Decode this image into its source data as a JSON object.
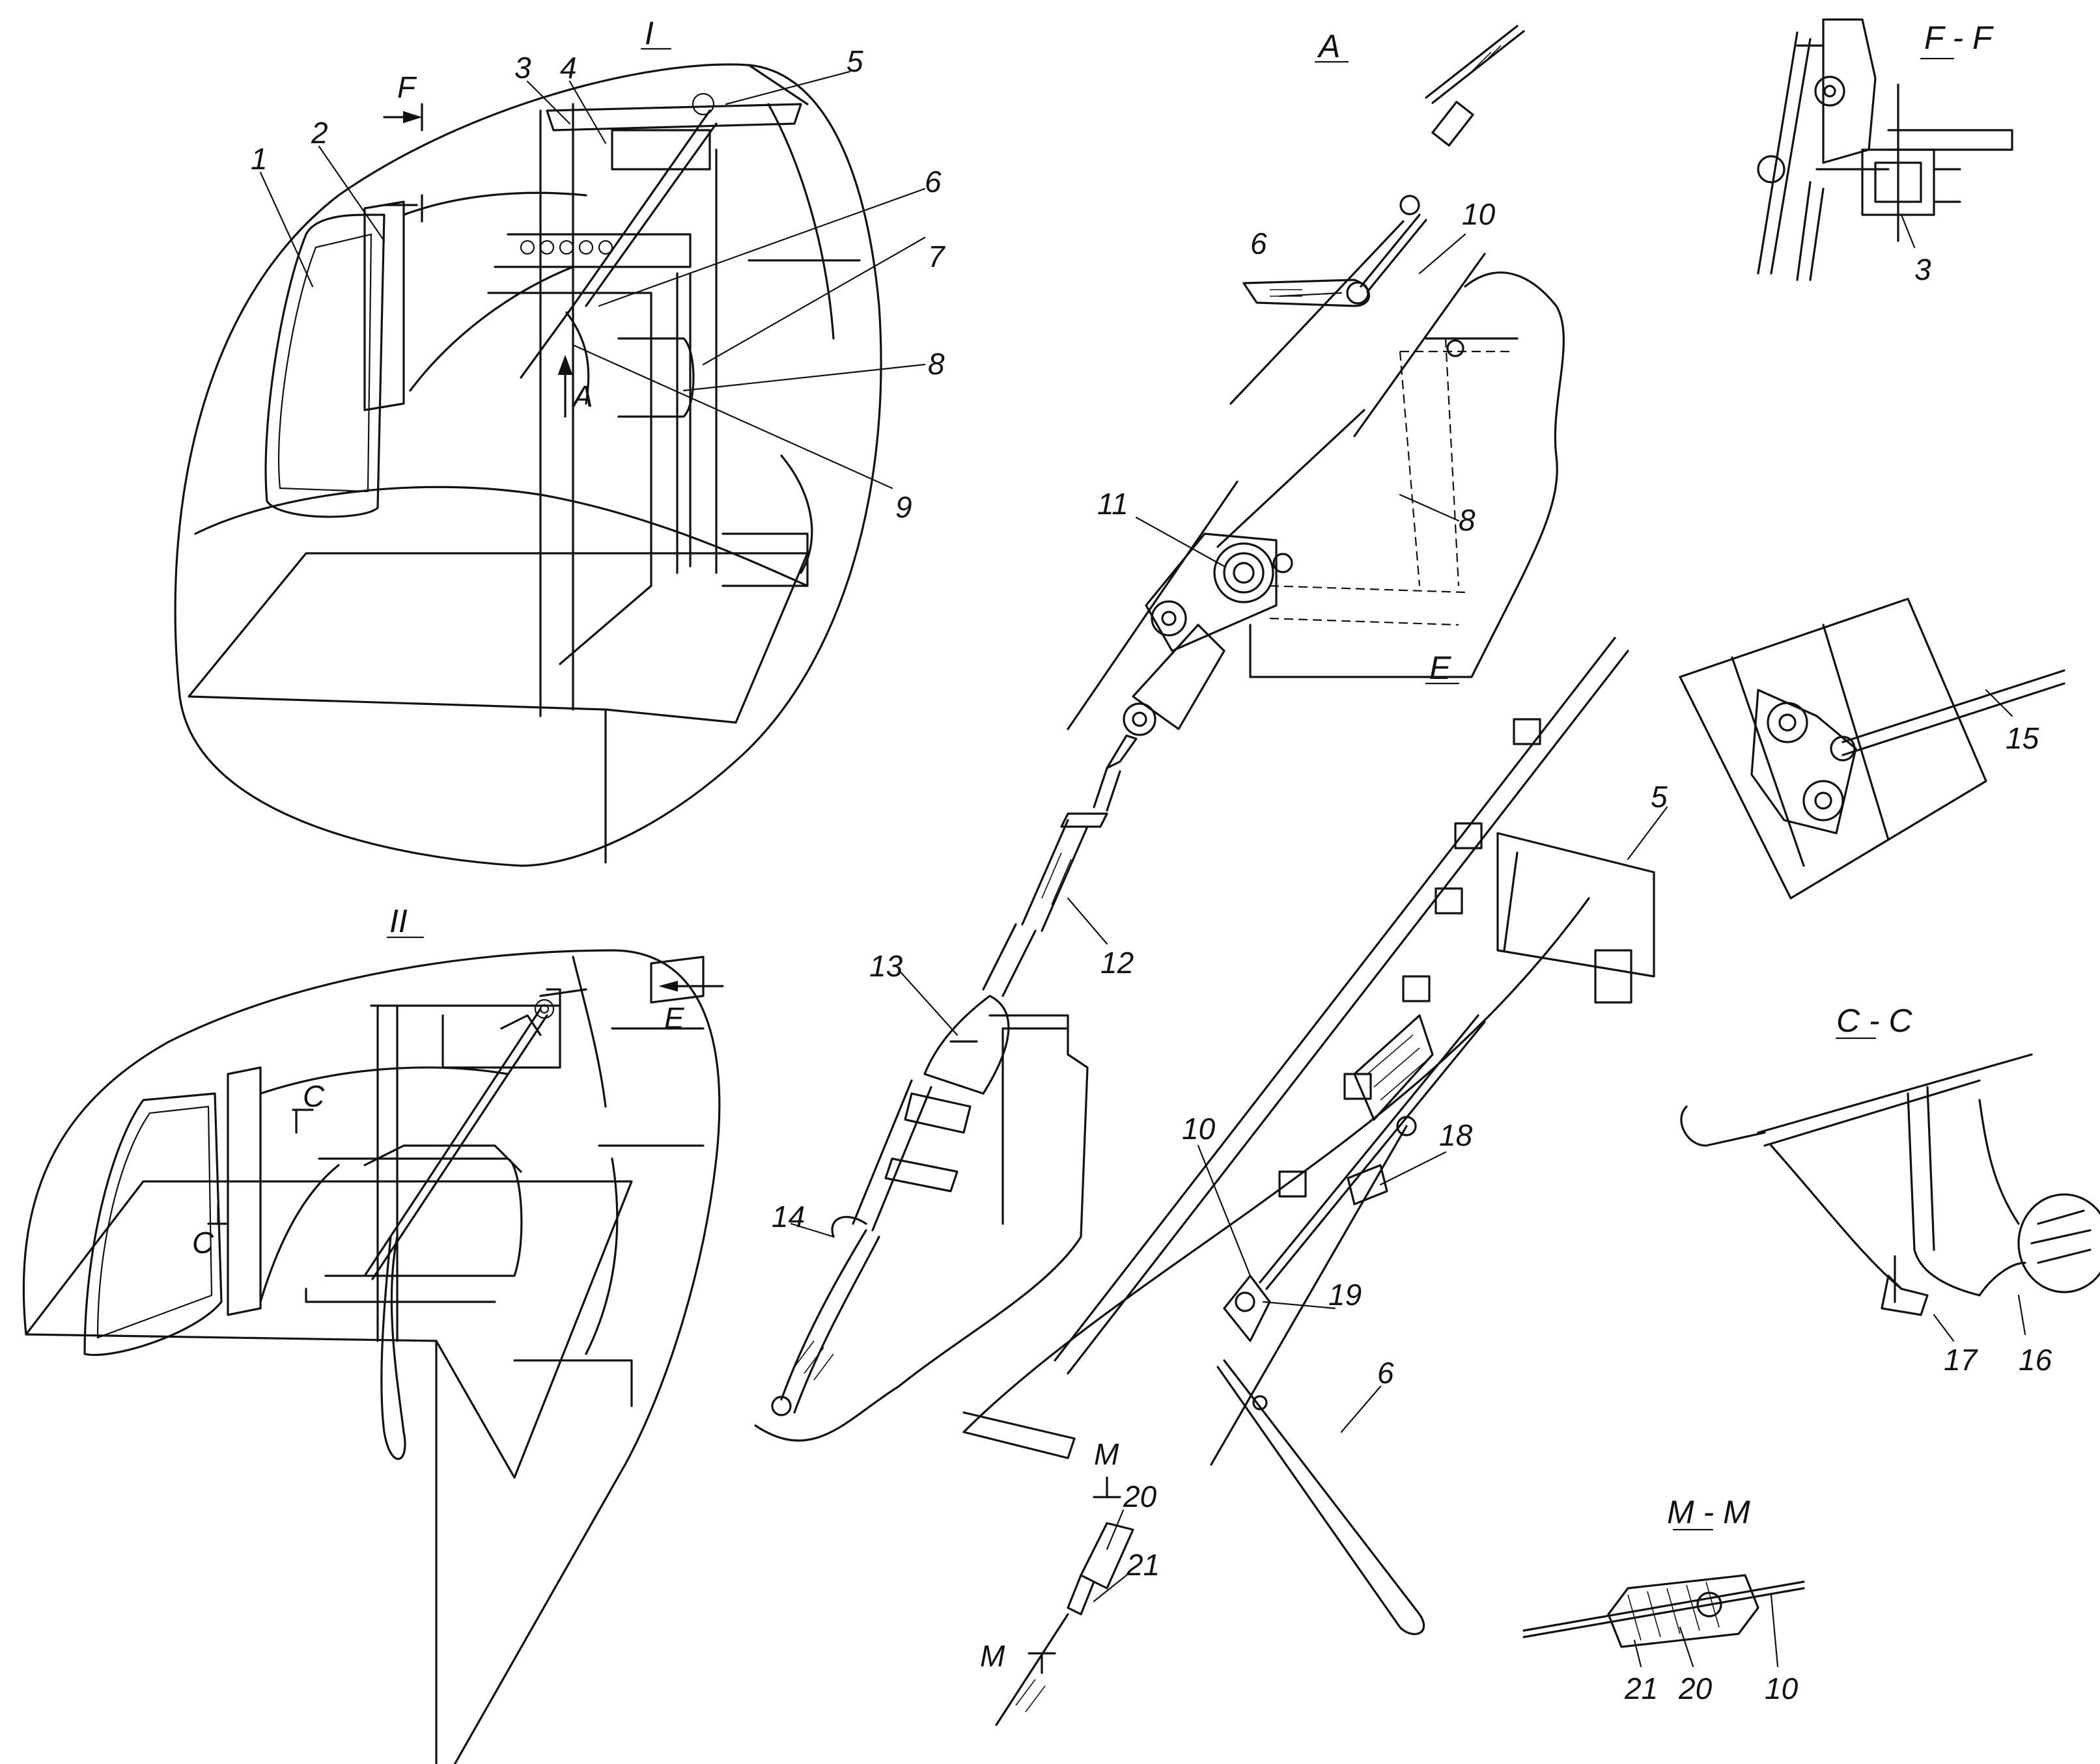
{
  "views": {
    "view_I": "I",
    "view_II": "II",
    "view_A": "A",
    "view_E": "E",
    "section_FF": "F - F",
    "section_CC": "C - C",
    "section_MM": "M - M"
  },
  "markers": {
    "F": "F",
    "A": "A",
    "E": "E",
    "C": "C",
    "M": "M"
  },
  "callouts": [
    "1",
    "2",
    "3",
    "4",
    "5",
    "6",
    "7",
    "8",
    "9",
    "10",
    "11",
    "12",
    "13",
    "14",
    "15",
    "16",
    "17",
    "18",
    "19",
    "20",
    "21"
  ]
}
